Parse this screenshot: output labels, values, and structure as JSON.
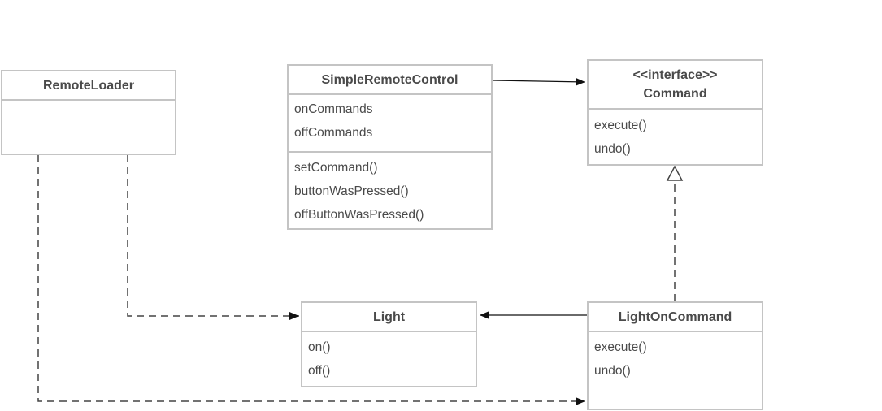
{
  "colors": {
    "border": "#c4c4c4",
    "text": "#4a4a4a",
    "line": "#333333"
  },
  "classes": {
    "remote_loader": {
      "name": "RemoteLoader",
      "attributes": [],
      "methods": []
    },
    "simple_remote_control": {
      "name": "SimpleRemoteControl",
      "attributes": [
        "onCommands",
        "offCommands"
      ],
      "methods": [
        "setCommand()",
        "buttonWasPressed()",
        "offButtonWasPressed()"
      ]
    },
    "command": {
      "stereotype": "<<interface>>",
      "name": "Command",
      "methods": [
        "execute()",
        "undo()"
      ]
    },
    "light": {
      "name": "Light",
      "methods": [
        "on()",
        "off()"
      ]
    },
    "light_on_command": {
      "name": "LightOnCommand",
      "methods": [
        "execute()",
        "undo()"
      ]
    }
  },
  "relationships": [
    {
      "from": "SimpleRemoteControl",
      "to": "Command",
      "type": "association"
    },
    {
      "from": "LightOnCommand",
      "to": "Command",
      "type": "realization"
    },
    {
      "from": "LightOnCommand",
      "to": "Light",
      "type": "association"
    },
    {
      "from": "RemoteLoader",
      "to": "Light",
      "type": "dependency"
    },
    {
      "from": "RemoteLoader",
      "to": "LightOnCommand",
      "type": "dependency"
    }
  ]
}
